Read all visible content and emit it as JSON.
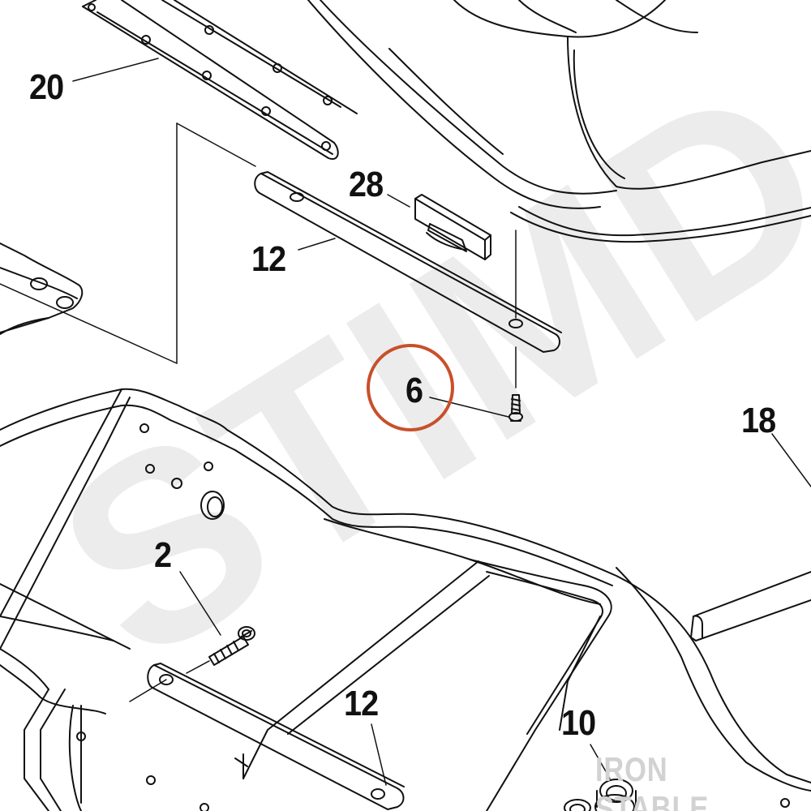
{
  "diagram": {
    "callouts": [
      {
        "id": "20",
        "label": "20"
      },
      {
        "id": "28",
        "label": "28"
      },
      {
        "id": "12a",
        "label": "12"
      },
      {
        "id": "6",
        "label": "6"
      },
      {
        "id": "18",
        "label": "18"
      },
      {
        "id": "2",
        "label": "2"
      },
      {
        "id": "12b",
        "label": "12"
      },
      {
        "id": "10",
        "label": "10"
      }
    ],
    "highlighted_part": "6",
    "highlight_color": "#c8502a",
    "line_color": "#111111",
    "watermark_text": "STIMD",
    "watermark_color": "#ececec"
  },
  "branding": {
    "logo_text": "IRON STABLE",
    "logo_color": "#d2d2d2"
  }
}
